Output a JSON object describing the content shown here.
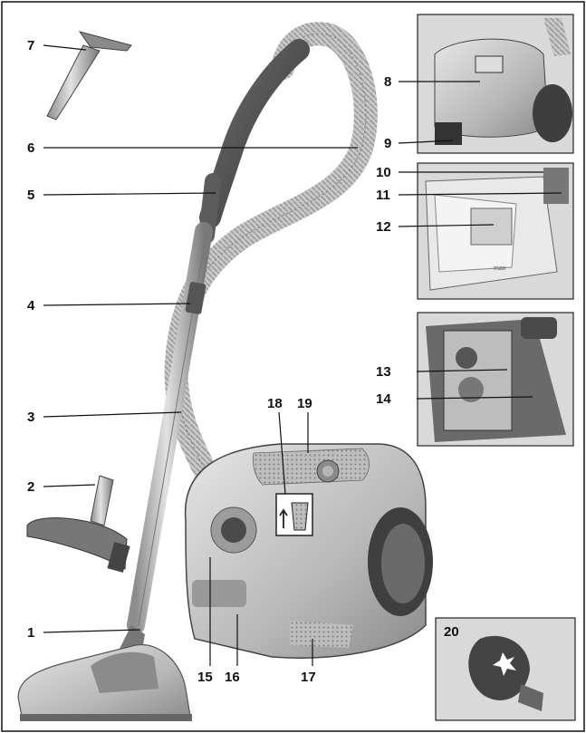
{
  "figure": {
    "callouts": [
      {
        "id": "c1",
        "label": "1"
      },
      {
        "id": "c2",
        "label": "2"
      },
      {
        "id": "c3",
        "label": "3"
      },
      {
        "id": "c4",
        "label": "4"
      },
      {
        "id": "c5",
        "label": "5"
      },
      {
        "id": "c6",
        "label": "6"
      },
      {
        "id": "c7",
        "label": "7"
      },
      {
        "id": "c8",
        "label": "8"
      },
      {
        "id": "c9",
        "label": "9"
      },
      {
        "id": "c10",
        "label": "10"
      },
      {
        "id": "c11",
        "label": "11"
      },
      {
        "id": "c12",
        "label": "12"
      },
      {
        "id": "c13",
        "label": "13"
      },
      {
        "id": "c14",
        "label": "14"
      },
      {
        "id": "c15",
        "label": "15"
      },
      {
        "id": "c16",
        "label": "16"
      },
      {
        "id": "c17",
        "label": "17"
      },
      {
        "id": "c18",
        "label": "18"
      },
      {
        "id": "c19",
        "label": "19"
      },
      {
        "id": "c20",
        "label": "20"
      }
    ],
    "filter_brand_text": "max"
  }
}
